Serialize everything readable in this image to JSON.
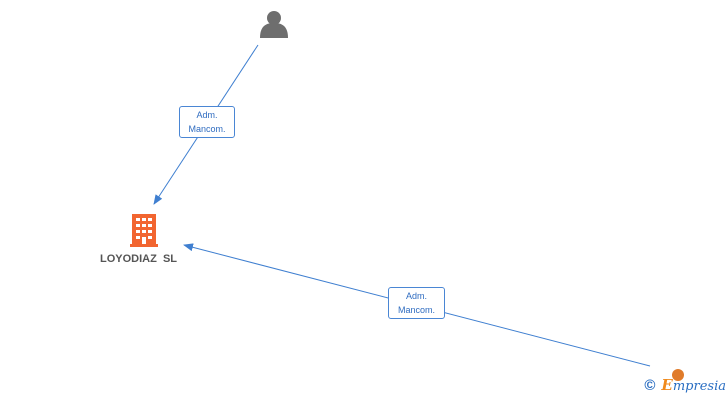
{
  "nodes": {
    "person_top": {
      "kind": "person",
      "icon": "person-icon",
      "color": "#6e6e6e"
    },
    "company": {
      "kind": "company",
      "icon": "building-icon",
      "color": "#f26530",
      "label": "LOYODIAZ  SL"
    },
    "person_bottom_right": {
      "kind": "person",
      "icon": "person-icon",
      "color": "#e07b2a"
    }
  },
  "edges": [
    {
      "from": "person_top",
      "to": "company",
      "label_line1": "Adm.",
      "label_line2": "Mancom."
    },
    {
      "from": "person_bottom_right",
      "to": "company",
      "label_line1": "Adm.",
      "label_line2": "Mancom."
    }
  ],
  "colors": {
    "edge": "#3f7fd0",
    "label_text": "#2f6cc0",
    "label_border": "#4a86d4"
  },
  "watermark": {
    "symbol": "©",
    "brand_first": "E",
    "brand_rest": "mpresia"
  }
}
